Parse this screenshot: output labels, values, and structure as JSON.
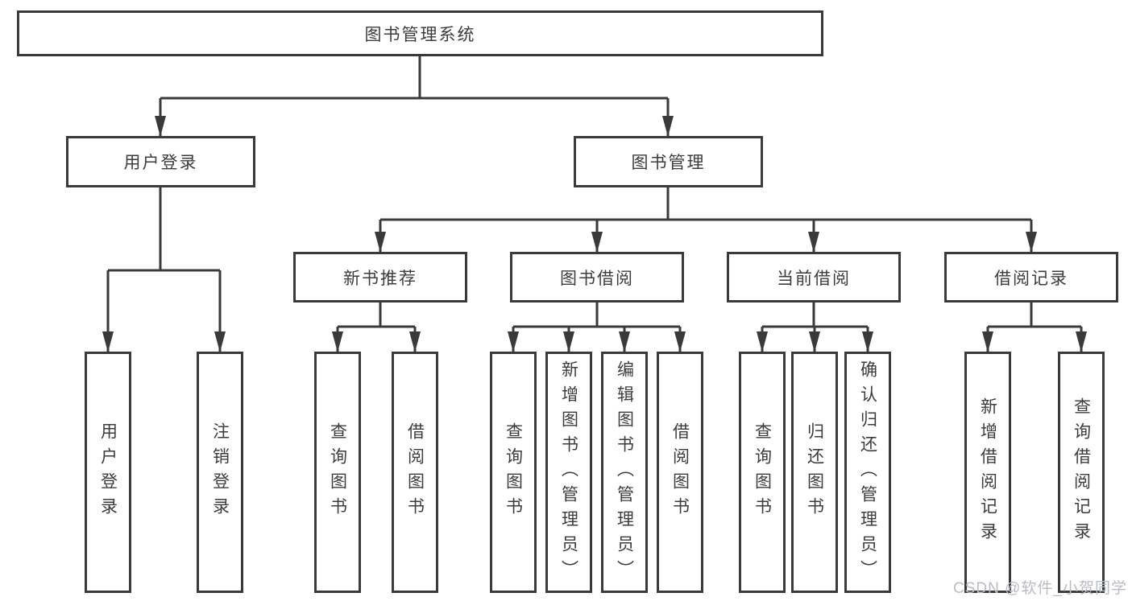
{
  "watermark": {
    "text": "CSDN @软件_小贺同学"
  },
  "tree": {
    "label": "图书管理系统",
    "children": [
      {
        "label": "用户登录",
        "children": [
          {
            "label": "用户登录"
          },
          {
            "label": "注销登录"
          }
        ]
      },
      {
        "label": "图书管理",
        "children": [
          {
            "label": "新书推荐",
            "children": [
              {
                "label": "查询图书"
              },
              {
                "label": "借阅图书"
              }
            ]
          },
          {
            "label": "图书借阅",
            "children": [
              {
                "label": "查询图书"
              },
              {
                "label": "新增图书（管理员）"
              },
              {
                "label": "编辑图书（管理员）"
              },
              {
                "label": "借阅图书"
              }
            ]
          },
          {
            "label": "当前借阅",
            "children": [
              {
                "label": "查询图书"
              },
              {
                "label": "归还图书"
              },
              {
                "label": "确认归还（管理员）"
              }
            ]
          },
          {
            "label": "借阅记录",
            "children": [
              {
                "label": "新增借阅记录"
              },
              {
                "label": "查询借阅记录"
              }
            ]
          }
        ]
      }
    ]
  }
}
